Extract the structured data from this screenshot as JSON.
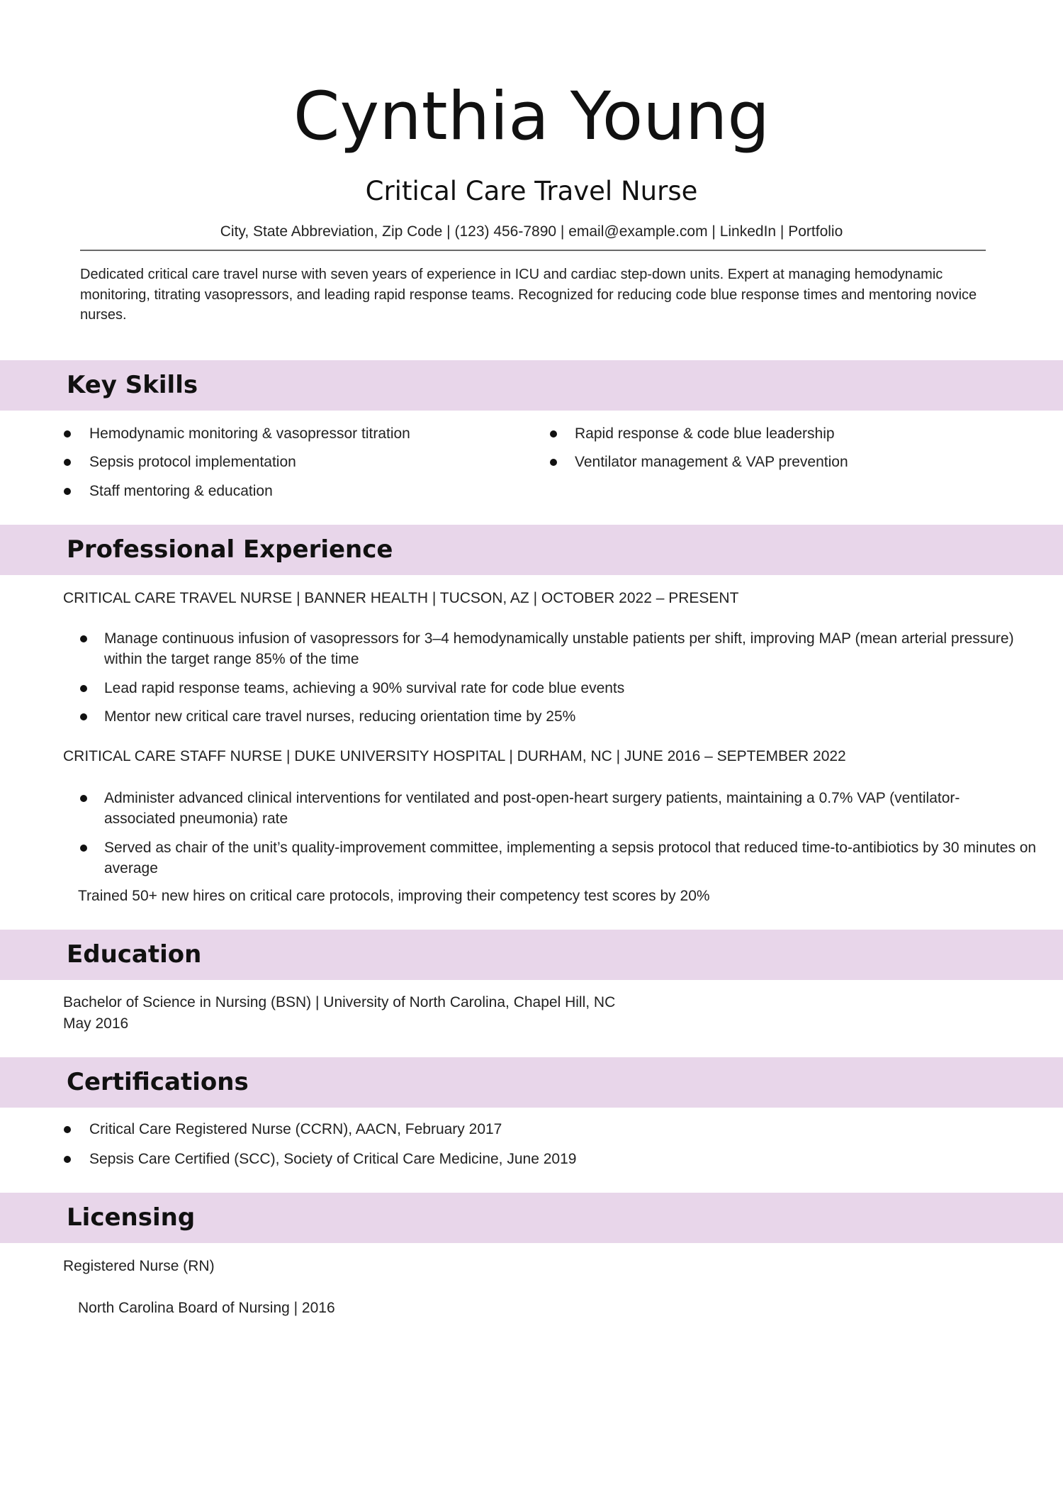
{
  "header": {
    "name": "Cynthia Young",
    "title": "Critical Care Travel Nurse",
    "contact": "City, State Abbreviation, Zip Code | (123) 456-7890 | email@example.com | LinkedIn | Portfolio"
  },
  "summary": "Dedicated critical care travel nurse with seven years of experience in ICU and cardiac step-down units. Expert at managing hemodynamic monitoring, titrating vasopressors, and leading rapid response teams. Recognized for reducing code blue response times and mentoring novice nurses.",
  "skills": {
    "heading": "Key Skills",
    "left": [
      "Hemodynamic monitoring & vasopressor titration",
      "Sepsis protocol implementation",
      "Staff mentoring & education"
    ],
    "right": [
      "Rapid response & code blue leadership",
      "Ventilator management & VAP prevention"
    ]
  },
  "experience": {
    "heading": "Professional Experience",
    "jobs": [
      {
        "header": "CRITICAL CARE TRAVEL NURSE | BANNER HEALTH | TUCSON, AZ | OCTOBER 2022 – PRESENT",
        "bullets": [
          "Manage continuous infusion of vasopressors for 3–4 hemodynamically unstable patients per shift, improving MAP (mean arterial pressure) within the target range 85% of the time",
          "Lead rapid response teams, achieving a 90% survival rate for code blue events",
          "Mentor new critical care travel nurses, reducing orientation time by 25%"
        ]
      },
      {
        "header": "CRITICAL CARE STAFF NURSE | DUKE UNIVERSITY HOSPITAL | DURHAM, NC | JUNE 2016 – SEPTEMBER 2022",
        "bullets": [
          "Administer advanced clinical interventions for ventilated and post-open-heart surgery patients, maintaining a 0.7% VAP (ventilator-associated pneumonia) rate",
          "Served as chair of the unit’s quality-improvement committee, implementing a sepsis protocol that reduced time-to-antibiotics by 30 minutes on average"
        ],
        "note": "Trained 50+ new hires on critical care protocols, improving their competency test scores by 20%"
      }
    ]
  },
  "education": {
    "heading": "Education",
    "degree": "Bachelor of Science in Nursing (BSN) | University of North Carolina, Chapel Hill, NC",
    "date": "May 2016"
  },
  "certifications": {
    "heading": "Certifications",
    "items": [
      "Critical Care Registered Nurse (CCRN), AACN, February 2017",
      "Sepsis Care Certified (SCC), Society of Critical Care Medicine, June 2019"
    ]
  },
  "licensing": {
    "heading": "Licensing",
    "license": "Registered Nurse (RN)",
    "board": "North Carolina Board of Nursing | 2016"
  }
}
